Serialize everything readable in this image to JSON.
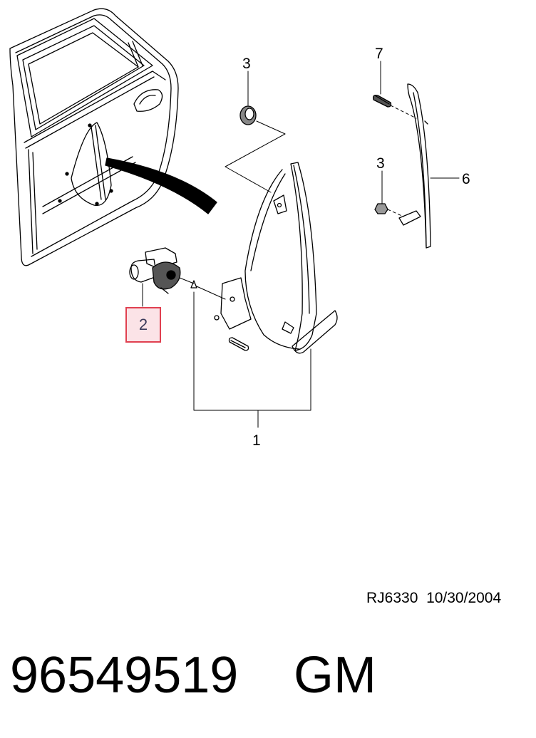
{
  "callouts": {
    "c1": "1",
    "c2": "2",
    "c3_top": "3",
    "c3_right": "3",
    "c6": "6",
    "c7": "7"
  },
  "highlight": {
    "border_color": "#e04050",
    "fill_color": "#fbe3e7"
  },
  "drawing_ref": {
    "code": "RJ6330",
    "date": "10/30/2004"
  },
  "part": {
    "number": "96549519",
    "brand": "GM"
  }
}
